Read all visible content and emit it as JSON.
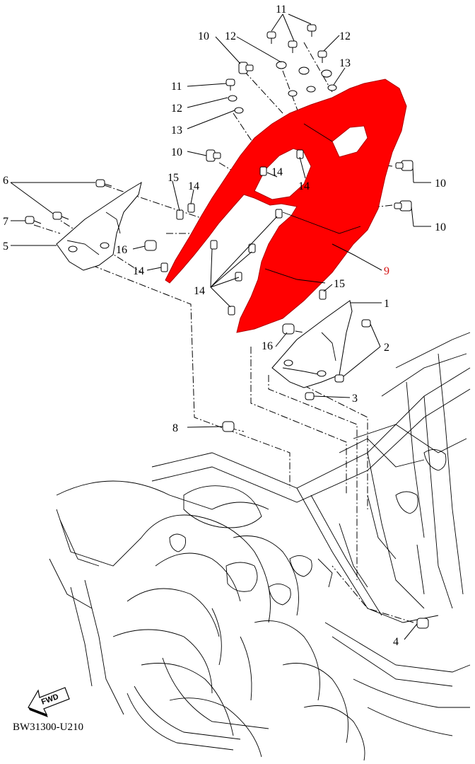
{
  "diagram": {
    "code": "BW31300-U210",
    "direction_label": "FWD",
    "highlight_color": "#ff0000",
    "highlight_label_color": "#d41111",
    "highlighted_part": "9",
    "callouts": {
      "c1": "1",
      "c2": "2",
      "c3": "3",
      "c4": "4",
      "c5": "5",
      "c6": "6",
      "c7": "7",
      "c8": "8",
      "c9": "9",
      "c10a": "10",
      "c10b": "10",
      "c10c": "10",
      "c10d": "10",
      "c11a": "11",
      "c11b": "11",
      "c12a": "12",
      "c12b": "12",
      "c12c": "12",
      "c13a": "13",
      "c13b": "13",
      "c14a": "14",
      "c14b": "14",
      "c14c": "14",
      "c14d": "14",
      "c14e": "14",
      "c15a": "15",
      "c15b": "15",
      "c16a": "16",
      "c16b": "16"
    }
  }
}
